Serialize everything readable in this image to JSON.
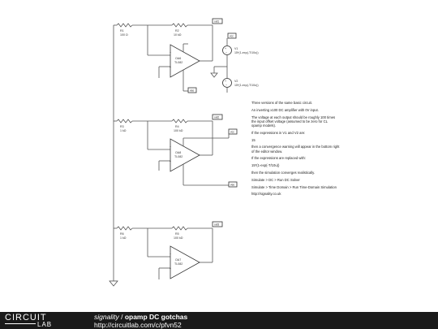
{
  "circuit": {
    "stages": [
      {
        "input_resistor": {
          "name": "R1",
          "value": "100 Ω"
        },
        "feedback_resistor": {
          "name": "R2",
          "value": "10 kΩ"
        },
        "opamp": {
          "name": "OA6",
          "model": "TL082"
        },
        "output_net": "out1"
      },
      {
        "input_resistor": {
          "name": "R3",
          "value": "1 kΩ"
        },
        "feedback_resistor": {
          "name": "R4",
          "value": "100 kΩ"
        },
        "opamp": {
          "name": "OA8",
          "model": "TL082"
        },
        "output_net": "out2"
      },
      {
        "input_resistor": {
          "name": "R6",
          "value": "1 kΩ"
        },
        "feedback_resistor": {
          "name": "R5",
          "value": "100 kΩ"
        },
        "opamp": {
          "name": "OA7",
          "model": "TL082"
        },
        "output_net": "out3"
      }
    ],
    "supplies": [
      {
        "name": "V1",
        "expr": "15*(1-exp(-T/10u))"
      },
      {
        "name": "V2",
        "expr": "15*(1-exp(-T/10u))"
      }
    ],
    "rail_labels": {
      "pos": "vcc",
      "neg": "vee"
    }
  },
  "notes": [
    "Three versions of the same basic circuit.",
    "An inverting x100 DC amplifier with 0V input.",
    "The voltage at each output should be roughly 100 times\nthe input offset voltage (assumed to be zero for CL\nopamp models).",
    "If the expressions in V1 and V2 are:",
    "15",
    "then a convergence warning will appear in the bottom right\nof the editor window.",
    "If the expressions are replaced with:",
    "15*(1-exp(-T/10u))",
    "then the simulation converges realistically.",
    "Simulate > DC > Run DC Solver",
    "Simulate > Time Domain > Run Time-Domain Simulation",
    "http://signality.co.uk"
  ],
  "footer": {
    "logo_top": "CIRCUIT",
    "logo_bottom": "LAB",
    "author": "signality",
    "separator": " / ",
    "title": "opamp DC gotchas",
    "url": "http://circuitlab.com/c/pfvn52"
  }
}
